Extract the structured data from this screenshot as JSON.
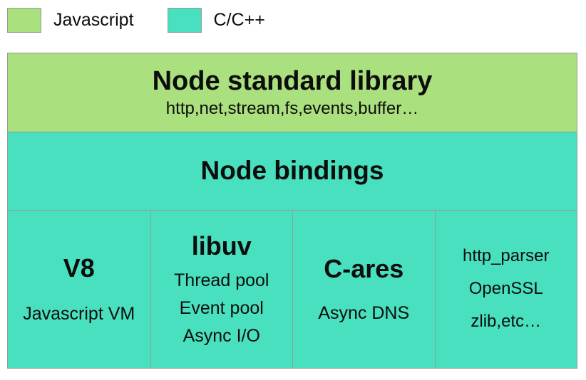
{
  "legend": {
    "items": [
      {
        "label": "Javascript",
        "color": "#aae07d"
      },
      {
        "label": "C/C++",
        "color": "#48e0be"
      }
    ]
  },
  "diagram": {
    "standard_library": {
      "title": "Node standard library",
      "subtitle": "http,net,stream,fs,events,buffer…"
    },
    "bindings": {
      "title": "Node bindings"
    },
    "components": [
      {
        "title": "V8",
        "lines": [
          "Javascript VM"
        ]
      },
      {
        "title": "libuv",
        "lines": [
          "Thread pool",
          "Event pool",
          "Async I/O"
        ]
      },
      {
        "title": "C-ares",
        "lines": [
          "Async DNS"
        ]
      },
      {
        "title": "",
        "lines": [
          "http_parser",
          "OpenSSL",
          "zlib,etc…"
        ]
      }
    ]
  },
  "colors": {
    "javascript": "#aae07d",
    "c_cpp": "#48e0be",
    "border": "#979b98",
    "text": "#0d0d0d"
  }
}
